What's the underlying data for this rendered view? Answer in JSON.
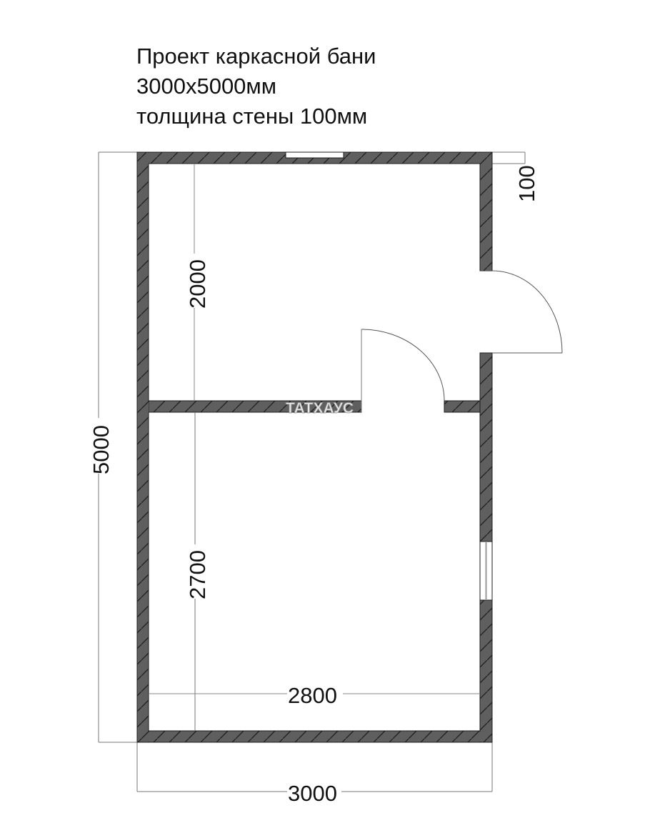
{
  "title": {
    "line1": "Проект каркасной бани",
    "line2": "3000x5000мм",
    "line3": "толщина стены 100мм"
  },
  "dimensions": {
    "overall_height": "5000",
    "overall_width": "3000",
    "inner_width": "2800",
    "room_top_height": "2000",
    "room_bottom_height": "2700",
    "wall_thickness": "100"
  },
  "watermark": "ТАТХАУС",
  "colors": {
    "wall_fill": "#5f5f5f",
    "hatch": "#1e1e1e",
    "dim_line": "#777777",
    "background": "#ffffff",
    "text": "#111111"
  },
  "elements": {
    "rooms": [
      {
        "name": "top-room",
        "height_mm": 2000
      },
      {
        "name": "bottom-room",
        "width_mm": 2800,
        "height_mm": 2700
      }
    ],
    "doors": [
      {
        "name": "exterior-door",
        "wall": "right",
        "swing": "outward"
      },
      {
        "name": "interior-door",
        "wall": "partition",
        "swing": "into-top-room"
      }
    ],
    "windows": [
      {
        "name": "top-window",
        "wall": "top"
      },
      {
        "name": "side-window",
        "wall": "right"
      }
    ]
  }
}
